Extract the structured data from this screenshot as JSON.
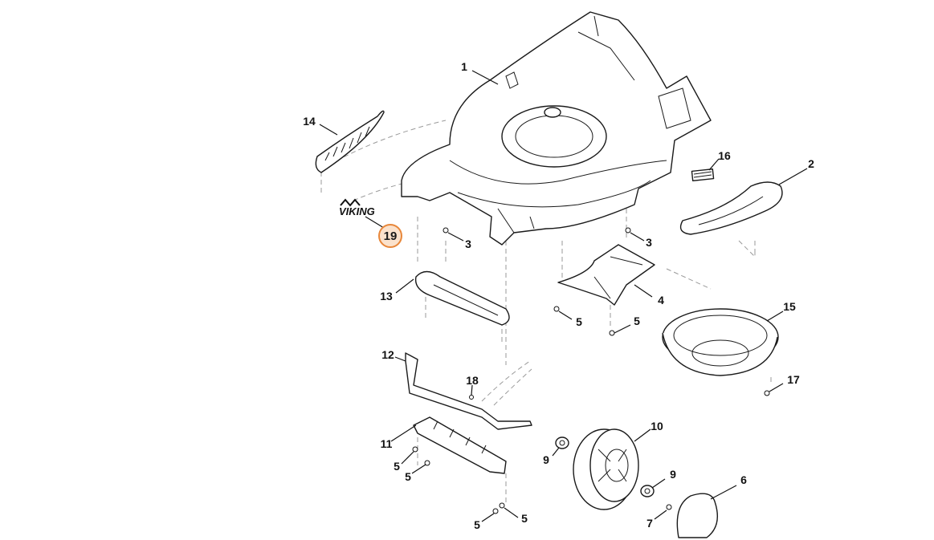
{
  "diagram": {
    "brand_logo": "VIKING",
    "highlighted_part": "19",
    "colors": {
      "line": "#1a1a1a",
      "highlight_fill": "#fbe2cc",
      "highlight_stroke": "#e8873a",
      "dash": "#9a9a9a"
    },
    "callouts": [
      {
        "id": "c1",
        "text": "1"
      },
      {
        "id": "c2",
        "text": "2"
      },
      {
        "id": "c3a",
        "text": "3"
      },
      {
        "id": "c3b",
        "text": "3"
      },
      {
        "id": "c4",
        "text": "4"
      },
      {
        "id": "c5a",
        "text": "5"
      },
      {
        "id": "c5b",
        "text": "5"
      },
      {
        "id": "c5c",
        "text": "5"
      },
      {
        "id": "c5d",
        "text": "5"
      },
      {
        "id": "c5e",
        "text": "5"
      },
      {
        "id": "c5f",
        "text": "5"
      },
      {
        "id": "c6",
        "text": "6"
      },
      {
        "id": "c7",
        "text": "7"
      },
      {
        "id": "c9a",
        "text": "9"
      },
      {
        "id": "c9b",
        "text": "9"
      },
      {
        "id": "c10",
        "text": "10"
      },
      {
        "id": "c11",
        "text": "11"
      },
      {
        "id": "c12",
        "text": "12"
      },
      {
        "id": "c13",
        "text": "13"
      },
      {
        "id": "c14",
        "text": "14"
      },
      {
        "id": "c15",
        "text": "15"
      },
      {
        "id": "c16",
        "text": "16"
      },
      {
        "id": "c17",
        "text": "17"
      },
      {
        "id": "c18",
        "text": "18"
      }
    ]
  }
}
